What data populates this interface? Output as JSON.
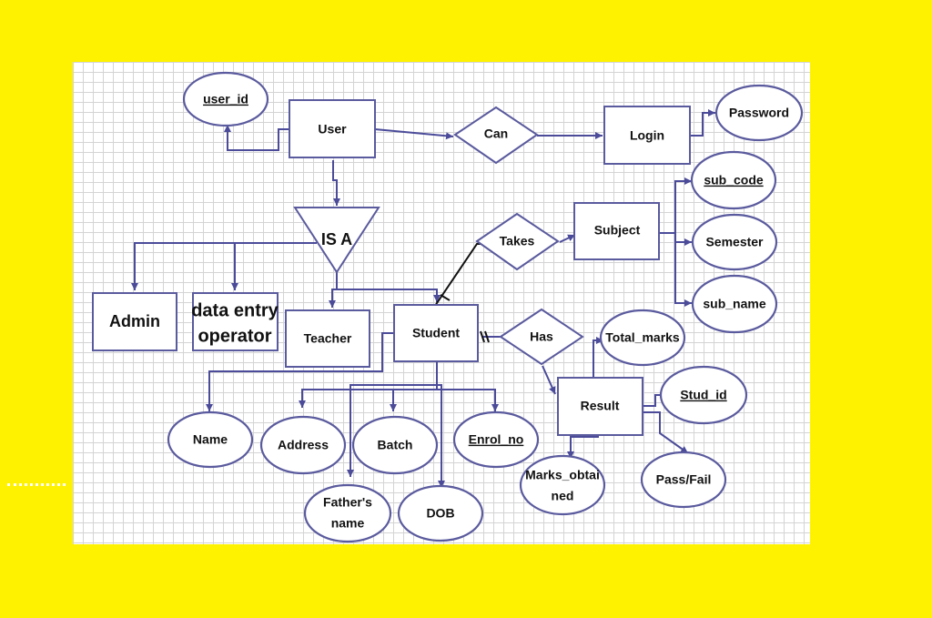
{
  "entities": {
    "user": "User",
    "login": "Login",
    "subject": "Subject",
    "admin": "Admin",
    "data_entry": [
      "data entry",
      "operator"
    ],
    "teacher": "Teacher",
    "student": "Student",
    "result": "Result"
  },
  "relationships": {
    "can": "Can",
    "isa": "IS A",
    "takes": "Takes",
    "has": "Has"
  },
  "attributes": {
    "user_id": "user_id",
    "password": "Password",
    "sub_code": "sub_code",
    "semester": "Semester",
    "sub_name": "sub_name",
    "total_marks": "Total_marks",
    "stud_id": "Stud_id",
    "pass_fail": "Pass/Fail",
    "marks_obtained": [
      "Marks_obtai",
      "ned"
    ],
    "name": "Name",
    "address": "Address",
    "batch": "Batch",
    "enrol_no": "Enrol_no",
    "fathers_name": [
      "Father's",
      "name"
    ],
    "dob": "DOB"
  },
  "colors": {
    "background": "#fff200",
    "stroke": "#5a5a9e",
    "connector": "#4b4b9a",
    "grid": "#d4d4d4"
  }
}
